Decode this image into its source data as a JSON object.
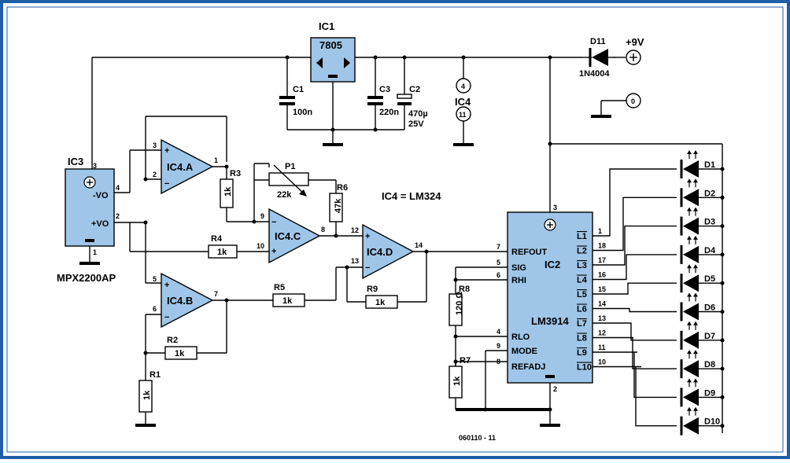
{
  "colors": {
    "frame": "#1f5ea8",
    "ic_fill": "#9fc6e8",
    "wire": "#000000"
  },
  "ic1": {
    "ref": "IC1",
    "part": "7805"
  },
  "ic2": {
    "ref": "IC2",
    "part": "LM3914",
    "pins_left": [
      {
        "num": "7",
        "label": "REFOUT"
      },
      {
        "num": "5",
        "label": "SIG"
      },
      {
        "num": "6",
        "label": "RHI"
      },
      {
        "num": "4",
        "label": "RLO"
      },
      {
        "num": "9",
        "label": "MODE"
      },
      {
        "num": "8",
        "label": "REFADJ"
      }
    ],
    "pins_right": [
      {
        "num": "1",
        "label": "L1"
      },
      {
        "num": "18",
        "label": "L2"
      },
      {
        "num": "17",
        "label": "L3"
      },
      {
        "num": "16",
        "label": "L4"
      },
      {
        "num": "15",
        "label": "L5"
      },
      {
        "num": "14",
        "label": "L6"
      },
      {
        "num": "13",
        "label": "L7"
      },
      {
        "num": "12",
        "label": "L8"
      },
      {
        "num": "11",
        "label": "L9"
      },
      {
        "num": "10",
        "label": "L10"
      }
    ],
    "pin_top": "3",
    "pin_bottom": "2"
  },
  "ic3": {
    "ref": "IC3",
    "part": "MPX2200AP",
    "out_neg": "-VO",
    "out_pos": "+VO",
    "pin_top": "3",
    "pin_neg": "4",
    "pin_pos": "2",
    "pin_bottom": "1"
  },
  "ic4": {
    "ref": "IC4",
    "pin_top": "4",
    "pin_bottom": "11",
    "note": "IC4 = LM324"
  },
  "opamps": {
    "a": {
      "label": "IC4.A",
      "in_plus": "3",
      "in_minus": "2",
      "out": "1"
    },
    "b": {
      "label": "IC4.B",
      "in_plus": "5",
      "in_minus": "6",
      "out": "7"
    },
    "c": {
      "label": "IC4.C",
      "in_minus": "9",
      "in_plus": "10",
      "out": "8"
    },
    "d": {
      "label": "IC4.D",
      "in_plus": "12",
      "in_minus": "13",
      "out": "14"
    }
  },
  "resistors": {
    "r1": {
      "ref": "R1",
      "value": "1k"
    },
    "r2": {
      "ref": "R2",
      "value": "1k"
    },
    "r3": {
      "ref": "R3",
      "value": "1k"
    },
    "r4": {
      "ref": "R4",
      "value": "1k"
    },
    "r5": {
      "ref": "R5",
      "value": "1k"
    },
    "r6": {
      "ref": "R6",
      "value": "47k"
    },
    "r7": {
      "ref": "R7",
      "value": "1k"
    },
    "r8": {
      "ref": "R8",
      "value": "120 Ω"
    },
    "r9": {
      "ref": "R9",
      "value": "1k"
    },
    "p1": {
      "ref": "P1",
      "value": "22k"
    }
  },
  "capacitors": {
    "c1": {
      "ref": "C1",
      "value": "100n"
    },
    "c2": {
      "ref": "C2",
      "value": "470µ",
      "voltage": "25V"
    },
    "c3": {
      "ref": "C3",
      "value": "220n"
    }
  },
  "diode": {
    "ref": "D11",
    "part": "1N4004"
  },
  "supply": {
    "pos": "+9V",
    "zero": "0"
  },
  "leds": [
    "D1",
    "D2",
    "D3",
    "D4",
    "D5",
    "D6",
    "D7",
    "D8",
    "D9",
    "D10"
  ],
  "figure_id": "060110 - 11"
}
